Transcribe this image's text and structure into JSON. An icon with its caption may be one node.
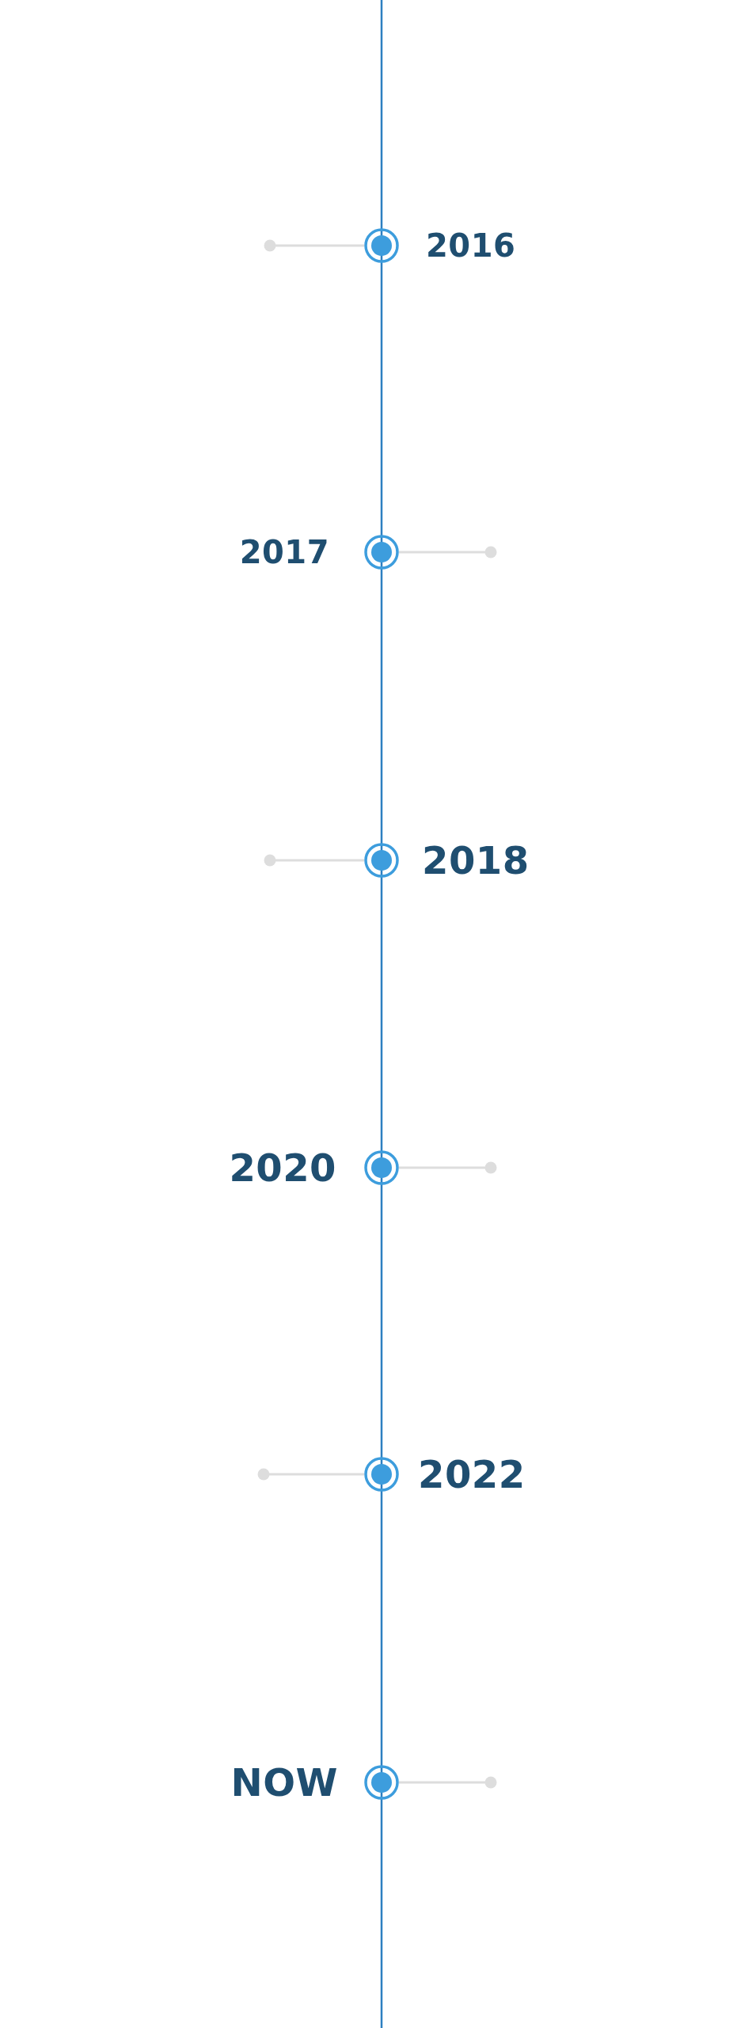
{
  "diagram": {
    "nodes": [
      {
        "text": [
          "2016"
        ]
      },
      {
        "text": [
          "2017"
        ]
      },
      {
        "text": [
          "2018"
        ]
      },
      {
        "text": [
          "2020"
        ]
      },
      {
        "text": [
          "2022"
        ]
      },
      {
        "text": [
          "NOW"
        ]
      }
    ]
  }
}
